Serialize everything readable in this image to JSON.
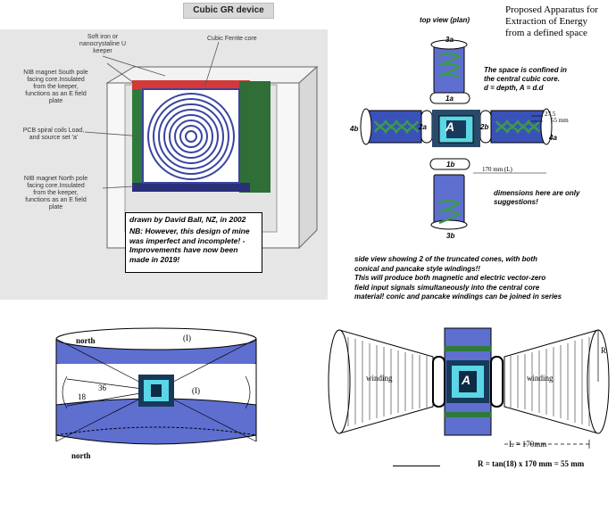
{
  "left_device": {
    "title": "Cubic GR device",
    "labels": {
      "keeper": "Soft iron or\nnanocrystaline U\nkeeper",
      "ferrite": "Cubic Ferrite core",
      "south": "NIB magnet South pole\nfacing core.Insulated\nfrom the keeper,\nfunctions as an E field\nplate",
      "pcb": "PCB spiral coils Load,\nand source set 'a'",
      "north": "NIB magnet North pole\nfacing core.Insulated\nfrom the keeper,\nfunctions as an E field\nplate"
    },
    "note_author": "drawn by David Ball, NZ, in 2002",
    "note_body": "NB: However, this design of mine was imperfect and incomplete! - Improvements have now been made in 2019!"
  },
  "top_view": {
    "header": "Proposed Apparatus for\nExtraction of Energy\nfrom a defined space",
    "plan_label": "top view (plan)",
    "space_note": "The space is confined in\nthe central cubic core.\nd = depth, A = d.d",
    "dims_note": "dimensions here are only\nsuggestions!",
    "core_letter": "A",
    "labels": {
      "a3": "3a",
      "a1": "1a",
      "a2": "2a",
      "b2": "2b",
      "b4": "4b",
      "a4": "4a",
      "b1": "1b",
      "b3": "3b",
      "d27": "27.5",
      "d55": "55 mm",
      "d170": "170 mm (L)"
    }
  },
  "side_desc": "side view showing 2 of the truncated cones, with both\nconical and pancake style windings!!\nThis will produce both magnetic and electric vector-zero\nfield input signals simultaneously into the central core\nmaterial!  conic and pancake windings can be joined in series",
  "drum": {
    "north_top": "north",
    "north_bottom": "north",
    "i_top": "(I)",
    "i_mid": "(I)",
    "n18": "18",
    "n36": "36"
  },
  "cones": {
    "core_letter": "A",
    "winding_left": "winding",
    "winding_right": "winding",
    "r_label": "R",
    "l_label": "L = 170mm",
    "formula": "R = tan(18) x 170 mm = 55 mm"
  },
  "colors": {
    "core_cyan": "#5ad6e6",
    "blue_band": "#5e6fd0",
    "green": "#2f7a3a",
    "red": "#d23a3a",
    "navy": "#2a2f7a"
  }
}
